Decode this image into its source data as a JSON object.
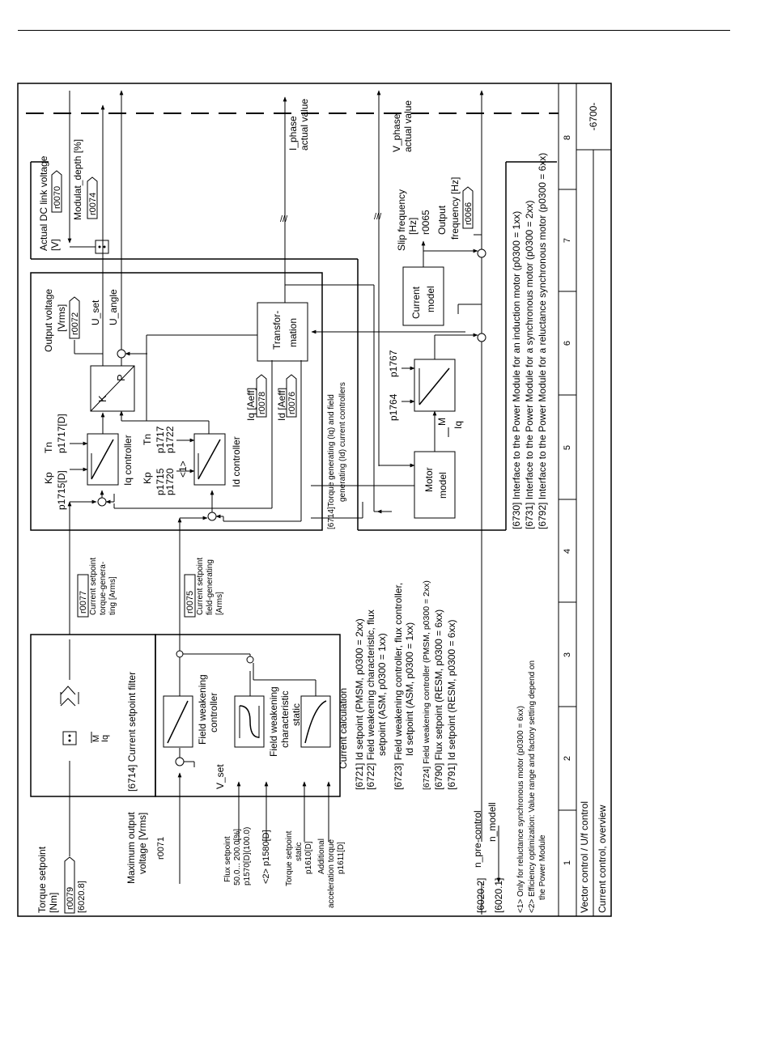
{
  "footer": {
    "columns": [
      "1",
      "2",
      "3",
      "4",
      "5",
      "6",
      "7",
      "8"
    ],
    "title_main": "Vector control / U/f control",
    "title_sub": "Current control, overview",
    "page_number": "-6700-"
  },
  "inputs": {
    "torque_setpoint": [
      "Torque setpoint",
      "[Nm]"
    ],
    "torque_param": "r0079",
    "torque_ref": "[6020.8]",
    "max_voltage": [
      "Maximum output",
      "voltage [Vrms]"
    ],
    "max_voltage_param": "r0071",
    "flux_setpoint": [
      "Flux setpoint",
      "50.0... 200.0[%]",
      "p1570[D](100.0)"
    ],
    "note2_param": "<2>   p1580[D]",
    "torque_static": [
      "Torque setpoint",
      "static",
      "p1610[D]"
    ],
    "accel_torque": [
      "Additional",
      "acceleration torque",
      "p1611[D]"
    ],
    "n_precontrol": "n_pre-control",
    "n_modell": "n_modell",
    "ref_6020_2": "[6020.2]",
    "ref_6020_1": "[6020.1]"
  },
  "filter_block": {
    "title": "[6714] Current setpoint filter",
    "label_m": "M",
    "label_iq": "Iq"
  },
  "field_weakening_block": {
    "fw_controller": [
      "Field weakening",
      "controller"
    ],
    "v_set": "V_set",
    "fw_characteristic": [
      "Field weakening",
      "characteristic",
      "static"
    ],
    "current_calc": "Current calculation"
  },
  "setpoints": {
    "iq_param": "r0077",
    "iq_label": [
      "Current setpoint",
      "torque-genera-",
      "ting [Arms]"
    ],
    "id_param": "r0075",
    "id_label": [
      "Current setpoint",
      "field-generating",
      "[Arms]"
    ]
  },
  "references": [
    "[6721] Id setpoint (PMSM, p0300 = 2xx)",
    "[6722] Field weakening characteristic, flux",
    "setpoint (ASM, p0300 = 1xx)",
    "[6723] Field weakening controller, flux controller,",
    "Id setpoint (ASM, p0300 = 1xx)",
    "[6724] Field weakening controller (PMSM, p0300 = 2xx)",
    "[6790] Flux setpoint (RESM, p0300 = 6xx)",
    "[6791] Id setpoint (RESM, p0300 = 6xx)"
  ],
  "current_controllers": {
    "title": [
      "[6714]Torque generating (Iq) and field",
      "generating (Id) current controllers"
    ],
    "kp1": "Kp",
    "tn1": "Tn",
    "kp1_param": "p1715[D]",
    "tn1_param": "p1717[D]",
    "iq_controller": "Iq controller",
    "kp2": "Kp",
    "tn2": "Tn",
    "kp2_params": [
      "p1715",
      "p1720"
    ],
    "tn2_params": [
      "p1717",
      "p1722"
    ],
    "note1": "<1>",
    "id_controller": "Id controller",
    "k_label": "K",
    "p_label": "P",
    "iq_act": "Iq [Aeff]",
    "iq_act_param": "r0078",
    "id_act": "Id [Aeff]",
    "id_act_param": "r0076",
    "transformation": [
      "Transfor-",
      "mation"
    ],
    "output_voltage": [
      "Output voltage",
      "[Vrms]"
    ],
    "output_voltage_param": "r0072",
    "u_set": "U_set",
    "u_angle": "U_angle"
  },
  "motor": {
    "motor_model": [
      "Motor",
      "model"
    ],
    "m_label": "M",
    "iq_label": "Iq",
    "p1764": "p1764",
    "p1767": "p1767",
    "current_model": [
      "Current",
      "model"
    ],
    "slip": [
      "Slip frequency",
      "[Hz]",
      "r0065"
    ],
    "output_freq": [
      "Output",
      "frequency [Hz]"
    ],
    "output_freq_param": "r0066"
  },
  "dc_link": {
    "title": [
      "Actual DC link voltage",
      "[V]"
    ],
    "param": "r0070",
    "modulat": "Modulat_depth [%]",
    "modulat_param": "r0074"
  },
  "actual_values": {
    "i_phase": [
      "I_phase",
      "actual value"
    ],
    "v_phase": [
      "V_phase",
      "actual value"
    ]
  },
  "interfaces": [
    "[6730] Interface to the Power Module for an induction motor (p0300 = 1xx)",
    "[6731] Interface to the Power Module for a synchronous motor (p0300 = 2xx)",
    "[6792] Interface to the Power Module for a reluctance synchronous motor (p0300 = 6xx)"
  ],
  "footnotes": [
    "<1> Only for reluctance synchronous motor (p0300 = 6xx)",
    "<2> Efficiency optimization: Value range and factory setting depend on",
    "the Power Module"
  ]
}
